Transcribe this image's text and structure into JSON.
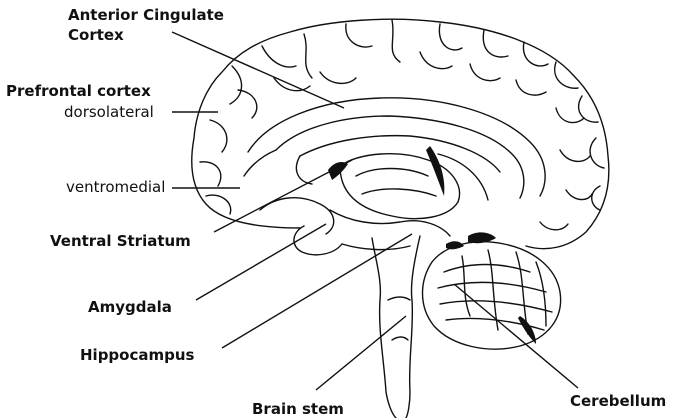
{
  "labels": {
    "acc_line1": "Anterior Cingulate",
    "acc_line2": "Cortex",
    "pfc": "Prefrontal cortex",
    "dorsolateral": "dorsolateral",
    "ventromedial": "ventromedial",
    "ventral_striatum": "Ventral Striatum",
    "amygdala": "Amygdala",
    "hippocampus": "Hippocampus",
    "brain_stem": "Brain stem",
    "cerebellum": "Cerebellum"
  },
  "colors": {
    "ink": "#111111",
    "background": "#ffffff"
  }
}
